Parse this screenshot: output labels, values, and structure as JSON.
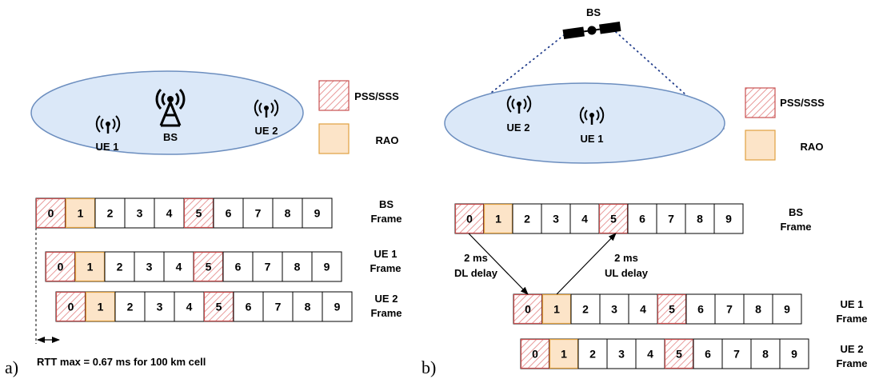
{
  "legend": {
    "pss_label": "PSS/SSS",
    "rao_label": "RAO",
    "pss_color": "#e07878",
    "rao_fill": "#fce4c8",
    "rao_border": "#e0a040"
  },
  "slots": [
    "0",
    "1",
    "2",
    "3",
    "4",
    "5",
    "6",
    "7",
    "8",
    "9"
  ],
  "panel_a": {
    "label": "a)",
    "bs_label": "BS",
    "ue1_label": "UE 1",
    "ue2_label": "UE 2",
    "frames": [
      {
        "line1": "BS",
        "line2": "Frame"
      },
      {
        "line1": "UE 1",
        "line2": "Frame"
      },
      {
        "line1": "UE 2",
        "line2": "Frame"
      }
    ],
    "rtt_text": "RTT max = 0.67 ms for 100 km cell"
  },
  "panel_b": {
    "label": "b)",
    "satellite_label": "BS",
    "ue1_label": "UE 1",
    "ue2_label": "UE 2",
    "frames": [
      {
        "line1": "BS",
        "line2": "Frame"
      },
      {
        "line1": "UE 1",
        "line2": "Frame"
      },
      {
        "line1": "UE 2",
        "line2": "Frame"
      }
    ],
    "dl_delay": {
      "line1": "2 ms",
      "line2": "DL delay"
    },
    "ul_delay": {
      "line1": "2 ms",
      "line2": "UL delay"
    }
  }
}
